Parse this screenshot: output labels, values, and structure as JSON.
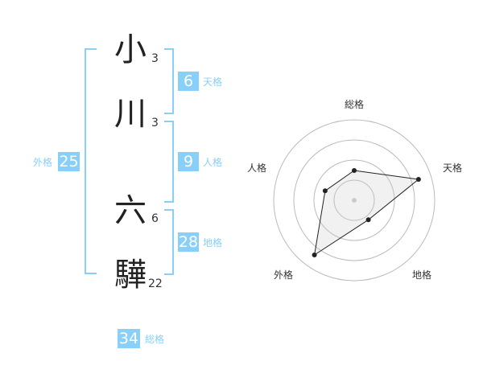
{
  "name": {
    "chars": [
      {
        "char": "小",
        "strokes": "3"
      },
      {
        "char": "川",
        "strokes": "3"
      },
      {
        "char": "六",
        "strokes": "6"
      },
      {
        "char": "驊",
        "strokes": "22"
      }
    ]
  },
  "fortunes": {
    "tenkaku": {
      "value": "6",
      "label": "天格"
    },
    "jinkaku": {
      "value": "9",
      "label": "人格"
    },
    "chikaku": {
      "value": "28",
      "label": "地格"
    },
    "gaikaku": {
      "value": "25",
      "label": "外格"
    },
    "soukaku": {
      "value": "34",
      "label": "総格"
    }
  },
  "colors": {
    "accent": "#88cffa",
    "text": "#222222"
  },
  "chart_data": {
    "type": "radar",
    "axes": [
      "総格",
      "天格",
      "地格",
      "外格",
      "人格"
    ],
    "values": [
      0.37,
      0.84,
      0.3,
      0.84,
      0.38
    ],
    "range": [
      0,
      1
    ],
    "rings": 4
  }
}
